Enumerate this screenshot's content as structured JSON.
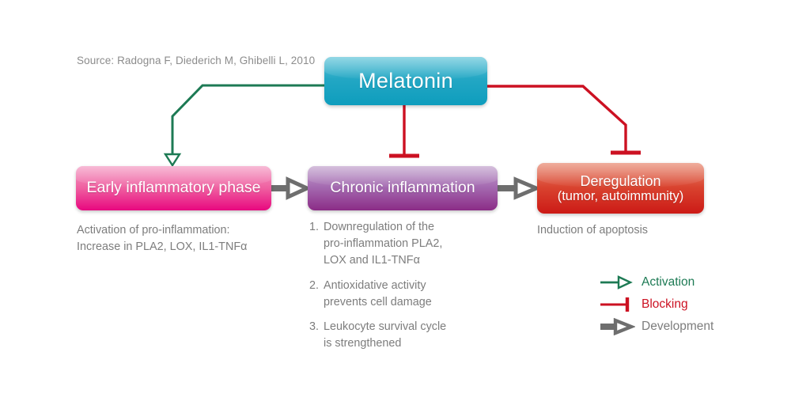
{
  "source": {
    "text": "Source: Radogna F, Diederich M, Ghibelli L, 2010"
  },
  "nodes": {
    "melatonin": {
      "label": "Melatonin",
      "color": "#0e9dbd"
    },
    "early": {
      "label": "Early inflammatory phase",
      "color": "#e8077f"
    },
    "chronic": {
      "label": "Chronic inflammation",
      "color": "#8b2c86"
    },
    "deregulation": {
      "label_line1": "Deregulation",
      "label_line2": "(tumor, autoimmunity)",
      "color": "#cc1a16"
    }
  },
  "captions": {
    "early": {
      "line1": "Activation of pro-inflammation:",
      "line2": "Increase in PLA2, LOX, IL1-TNFα"
    },
    "chronic": {
      "items": [
        {
          "number": "1.",
          "line1": "Downregulation of the",
          "line2": "pro-inflammation PLA2,",
          "line3": "LOX and IL1-TNFα"
        },
        {
          "number": "2.",
          "line1": "Antioxidative activity",
          "line2": "prevents cell damage",
          "line3": ""
        },
        {
          "number": "3.",
          "line1": "Leukocyte survival cycle",
          "line2": "is strengthened",
          "line3": ""
        }
      ]
    },
    "deregulation": {
      "line1": "Induction of apoptosis"
    }
  },
  "legend": {
    "items": [
      {
        "label": "Activation",
        "color": "#1d7a54",
        "marker": "hollow-arrow-line"
      },
      {
        "label": "Blocking",
        "color": "#cc1122",
        "marker": "t-bar-line"
      },
      {
        "label": "Development",
        "color": "#6e6e6e",
        "marker": "thick-arrow"
      }
    ]
  },
  "connectors": {
    "activation": {
      "color": "#1d7a54",
      "from": "melatonin",
      "to": "early"
    },
    "blocking_chronic": {
      "color": "#cc1122",
      "from": "melatonin",
      "to": "chronic"
    },
    "blocking_deregulation": {
      "color": "#cc1122",
      "from": "melatonin",
      "to": "deregulation"
    },
    "development_1": {
      "color": "#6e6e6e",
      "from": "early",
      "to": "chronic"
    },
    "development_2": {
      "color": "#6e6e6e",
      "from": "chronic",
      "to": "deregulation"
    }
  }
}
